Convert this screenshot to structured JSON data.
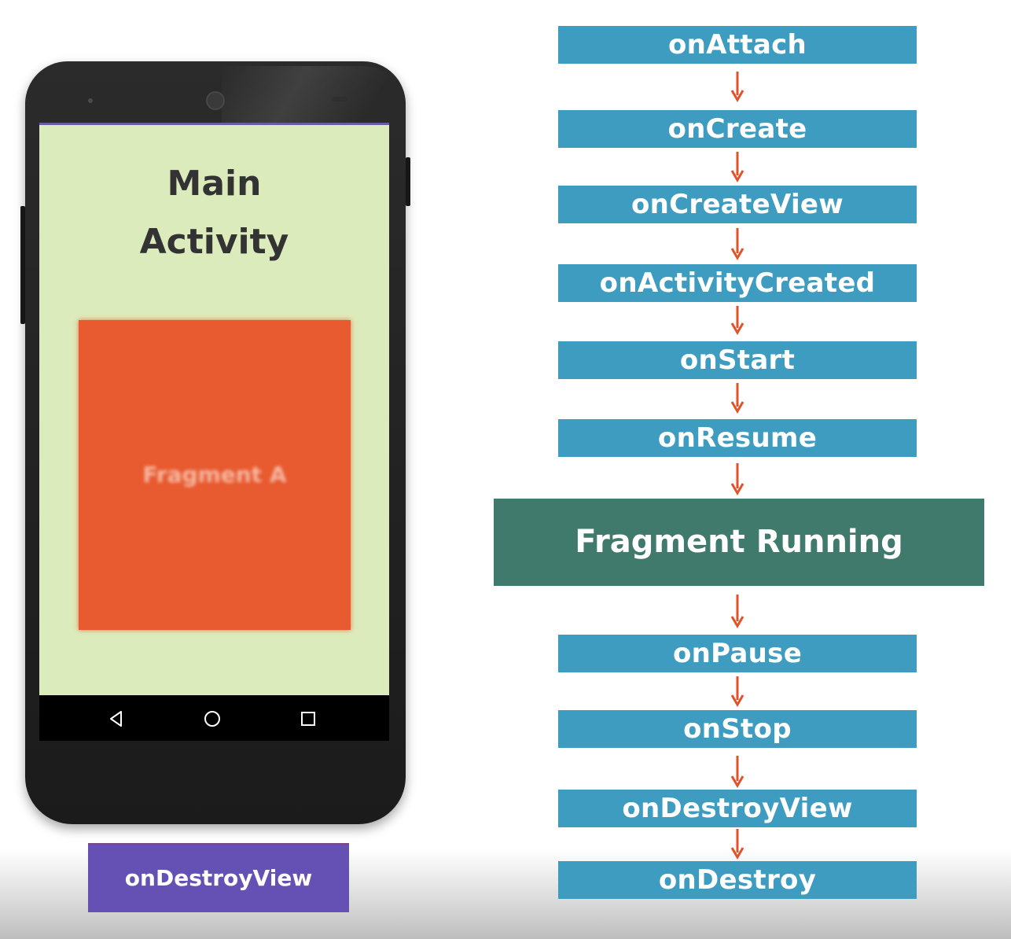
{
  "phone": {
    "title_line1": "Main",
    "title_line2": "Activity",
    "fragment_label": "Fragment A",
    "nav_icons": [
      "back-icon",
      "home-icon",
      "recents-icon"
    ]
  },
  "current_callback": "onDestroyView",
  "lifecycle": {
    "before_running": [
      "onAttach",
      "onCreate",
      "onCreateView",
      "onActivityCreated",
      "onStart",
      "onResume"
    ],
    "running_state": "Fragment Running",
    "after_running": [
      "onPause",
      "onStop",
      "onDestroyView",
      "onDestroy"
    ]
  },
  "colors": {
    "step_blue": "#3f9cc1",
    "running_green": "#3f7a6c",
    "arrow_red": "#e0522a",
    "fragment_orange": "#e85a2f",
    "screen_green": "#dcebbb",
    "current_purple": "#6551b3"
  }
}
